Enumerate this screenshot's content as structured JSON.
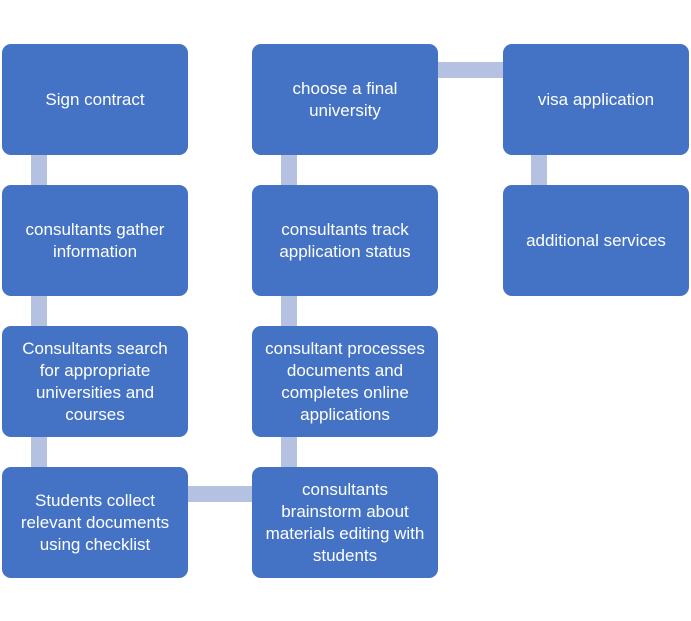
{
  "steps": {
    "sign_contract": "Sign contract",
    "gather_info": "consultants gather information",
    "search_universities": "Consultants search for appropriate universities and courses",
    "collect_documents": "Students collect relevant documents using checklist",
    "brainstorm": "consultants brainstorm about materials editing with students",
    "process_documents": "consultant processes documents and completes online applications",
    "track_status": "consultants track application status",
    "choose_university": "choose a final university",
    "visa_application": "visa application",
    "additional_services": "additional services"
  },
  "colors": {
    "box_fill": "#4472C4",
    "connector": "#B4C1E0",
    "text": "#FFFFFF"
  }
}
